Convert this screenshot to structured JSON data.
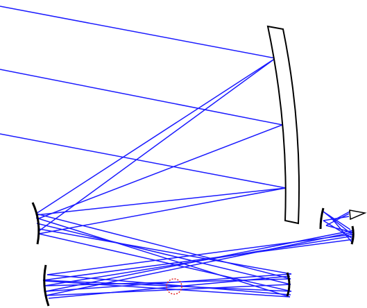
{
  "diagram": {
    "kind": "optical ray trace",
    "background_color": "#ffffff",
    "ray_color": "#1a1aff",
    "mirror_outline_color": "#000000",
    "marker_color": "#e02020",
    "components": [
      "primary-mirror",
      "secondary-mirror",
      "lower-left-mirror",
      "lower-right-mirror",
      "small-right-mirror",
      "detector-arrow",
      "focus-marker"
    ],
    "marker_style": "dashed circle"
  }
}
